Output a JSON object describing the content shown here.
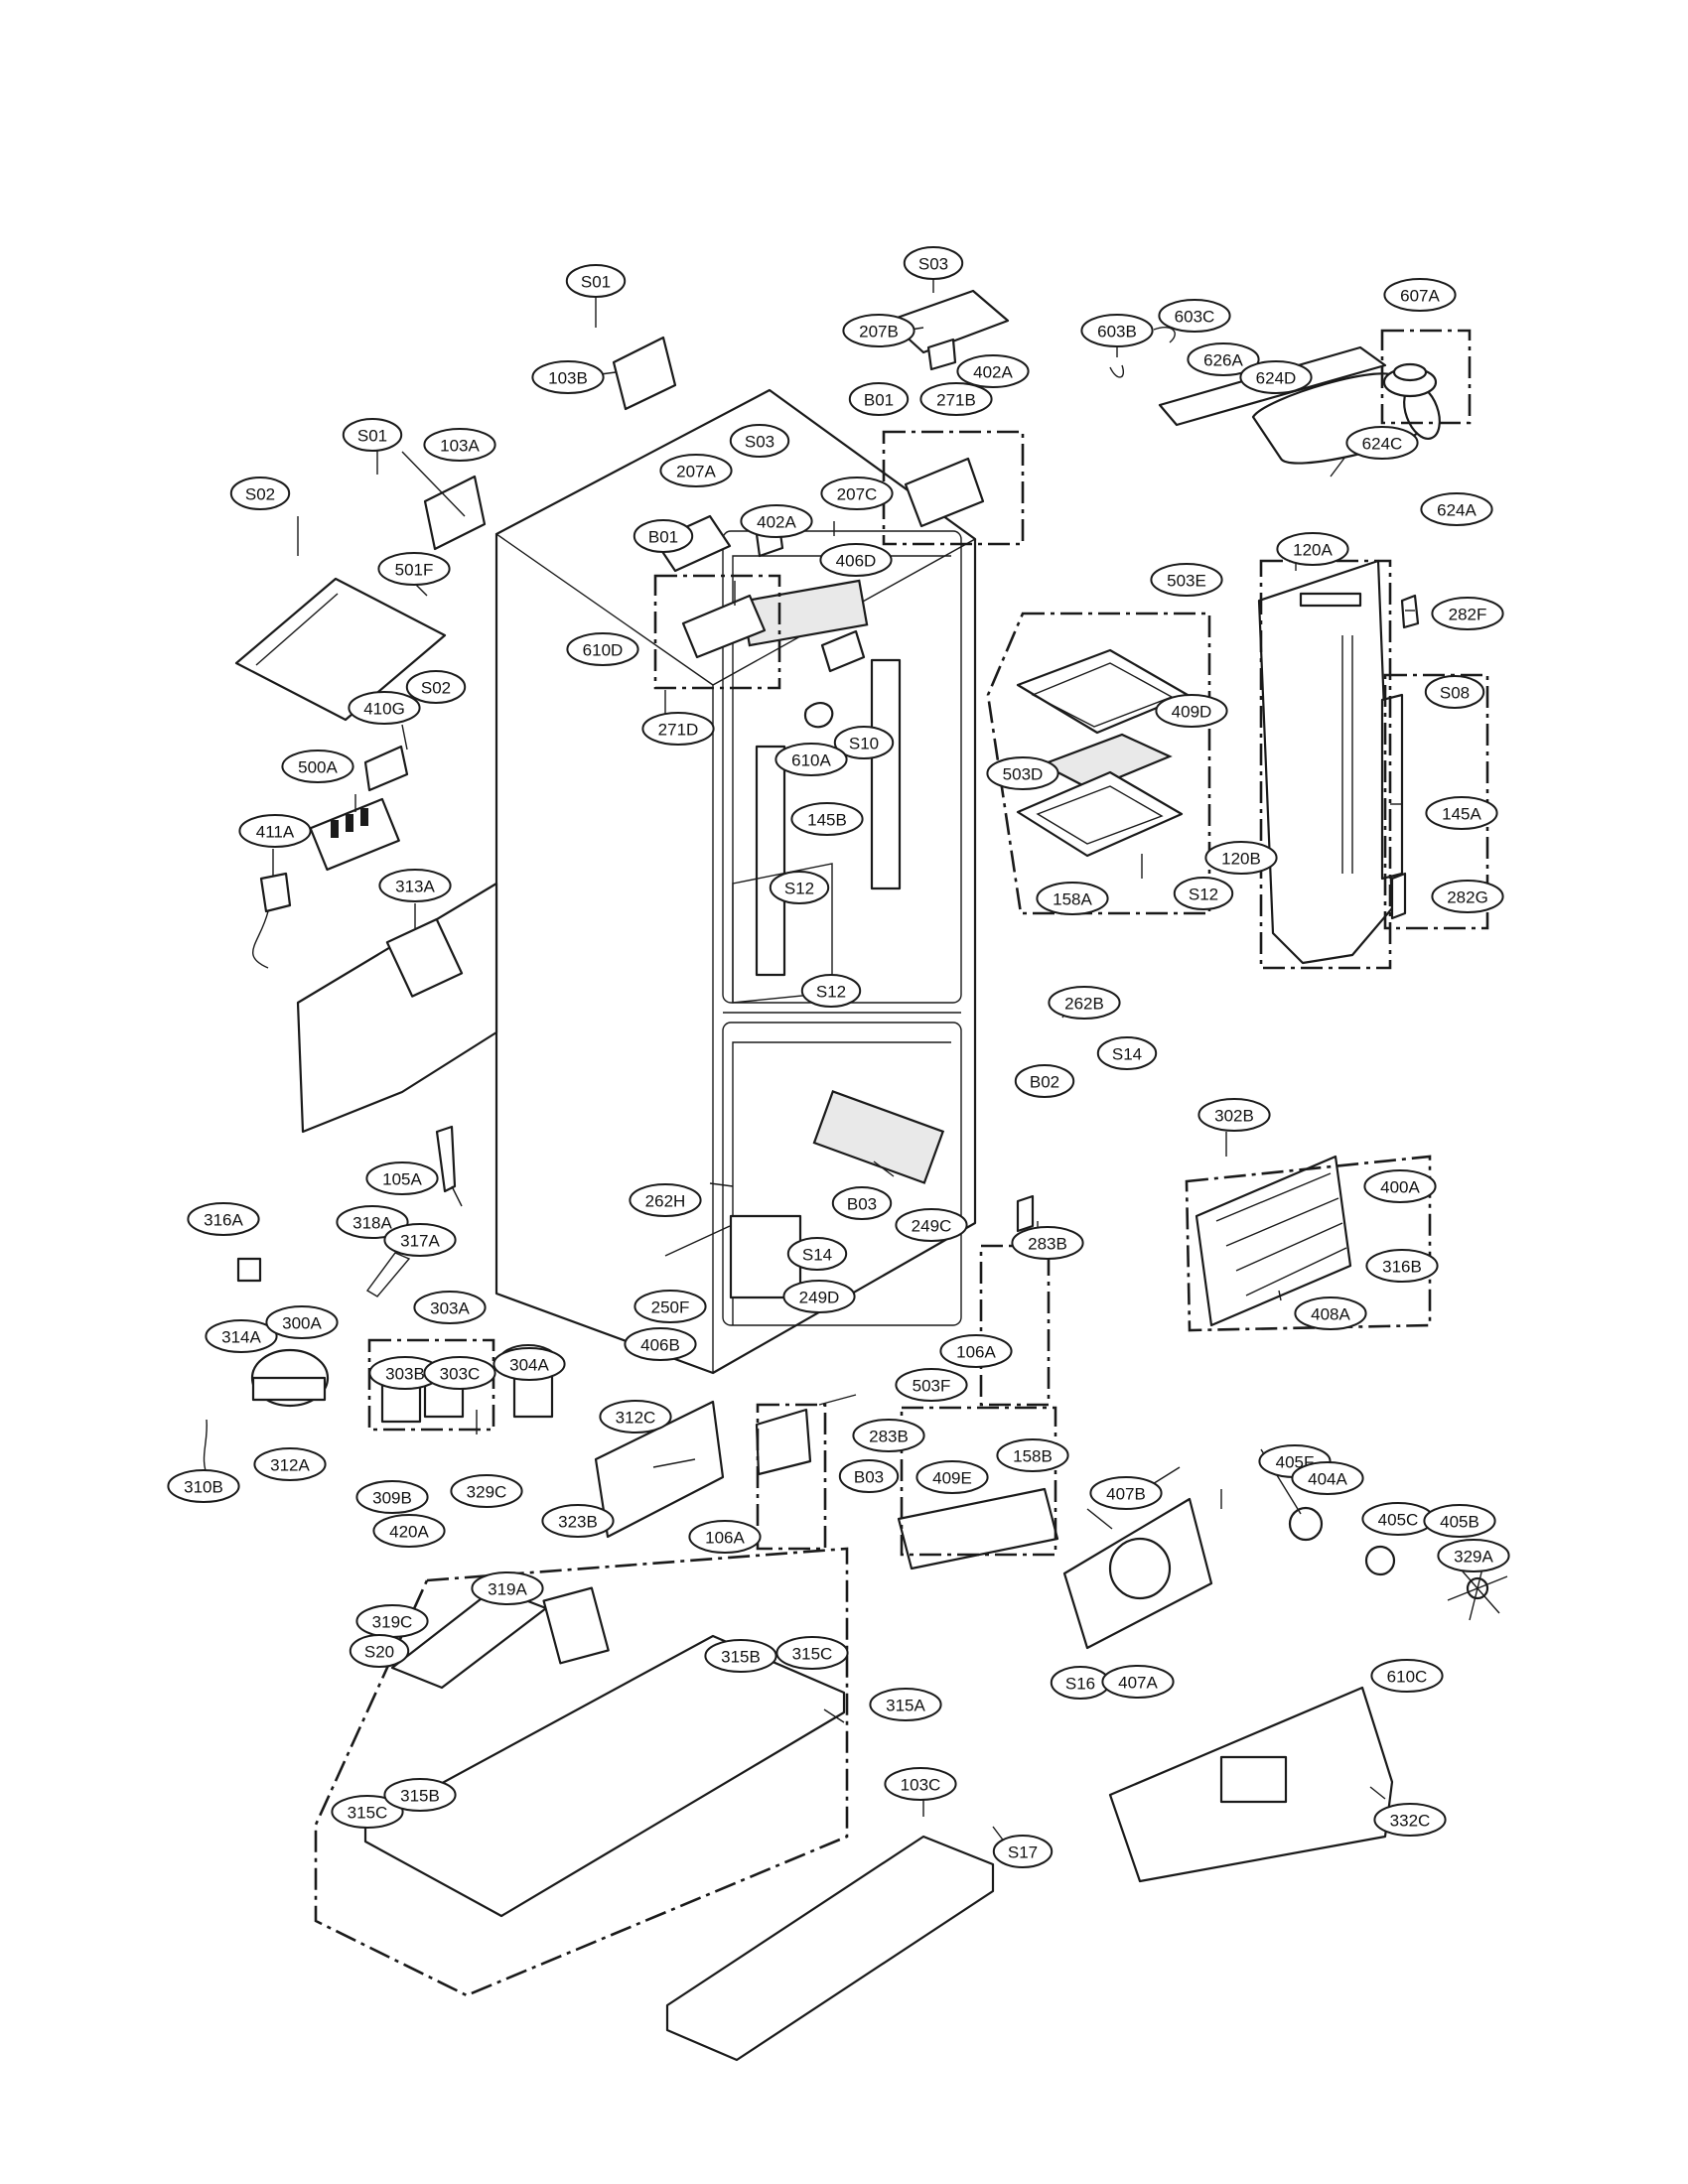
{
  "diagram": {
    "part_labels": [
      "S01",
      "103B",
      "S03",
      "207B",
      "402A",
      "603B",
      "603C",
      "607A",
      "626A",
      "624D",
      "S01",
      "103A",
      "S02",
      "501F",
      "B01",
      "271B",
      "207A",
      "S03",
      "402A",
      "207C",
      "624C",
      "624A",
      "610D",
      "B01",
      "406D",
      "120A",
      "282F",
      "503E",
      "271D",
      "S10",
      "410G",
      "S02",
      "610A",
      "409D",
      "503D",
      "S08",
      "500A",
      "145B",
      "145A",
      "411A",
      "S12",
      "158A",
      "S12",
      "120B",
      "282G",
      "313A",
      "S12",
      "262B",
      "S14",
      "B02",
      "302B",
      "105A",
      "400A",
      "262H",
      "B03",
      "249C",
      "316A",
      "318A",
      "317A",
      "283B",
      "S14",
      "316B",
      "250F",
      "249D",
      "406B",
      "303A",
      "314A",
      "300A",
      "B03",
      "408A",
      "303B",
      "303C",
      "304A",
      "106A",
      "503F",
      "312C",
      "312A",
      "310B",
      "283B",
      "409E",
      "158B",
      "407B",
      "405F",
      "404A",
      "309B",
      "329C",
      "B03",
      "106A",
      "323B",
      "420A",
      "319A",
      "405C",
      "405B",
      "329A",
      "319C",
      "315B",
      "315C",
      "S20",
      "315A",
      "S16",
      "407A",
      "610C",
      "103C",
      "315C",
      "315B",
      "332C",
      "S17"
    ]
  }
}
